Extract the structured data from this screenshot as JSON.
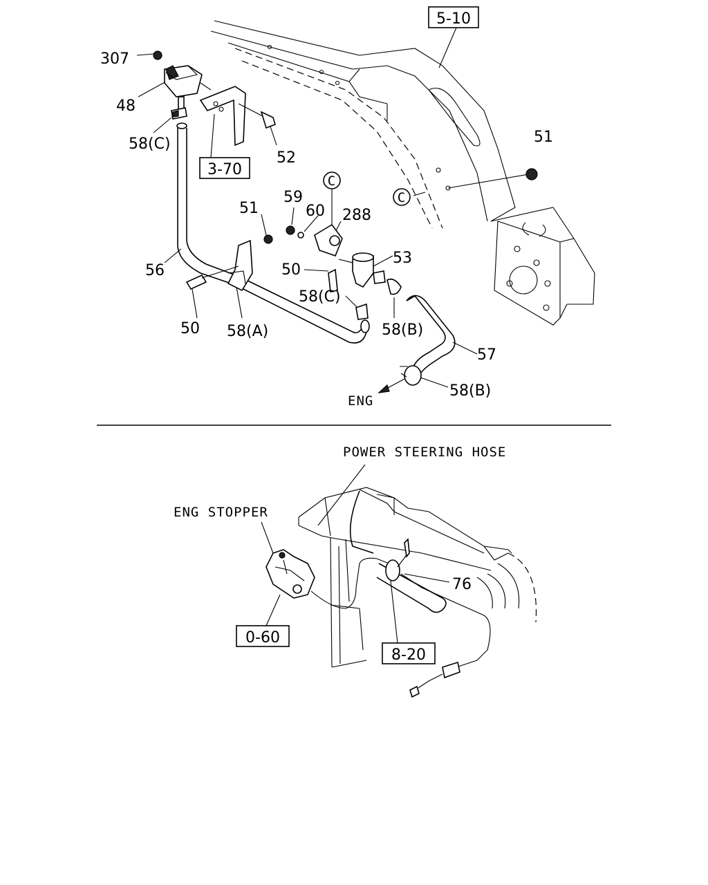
{
  "top": {
    "refs": {
      "r_5_10": "5-10",
      "r_3_70": "3-70"
    },
    "labels": {
      "p307": "307",
      "p48": "48",
      "p58c_top": "58(C)",
      "p52": "52",
      "p51_right": "51",
      "c_right": "C",
      "c_top": "C",
      "p59": "59",
      "p60": "60",
      "p288": "288",
      "p51_mid": "51",
      "p53": "53",
      "p56": "56",
      "p50_mid": "50",
      "p58c_mid": "58(C)",
      "p50_low": "50",
      "p58a": "58(A)",
      "p58b_mid": "58(B)",
      "p57": "57",
      "p58b_low": "58(B)",
      "eng": "ENG"
    }
  },
  "bottom": {
    "refs": {
      "r_0_60": "0-60",
      "r_8_20": "8-20"
    },
    "labels": {
      "power_steering_hose": "POWER STEERING HOSE",
      "eng_stopper": "ENG STOPPER",
      "p76": "76"
    }
  }
}
